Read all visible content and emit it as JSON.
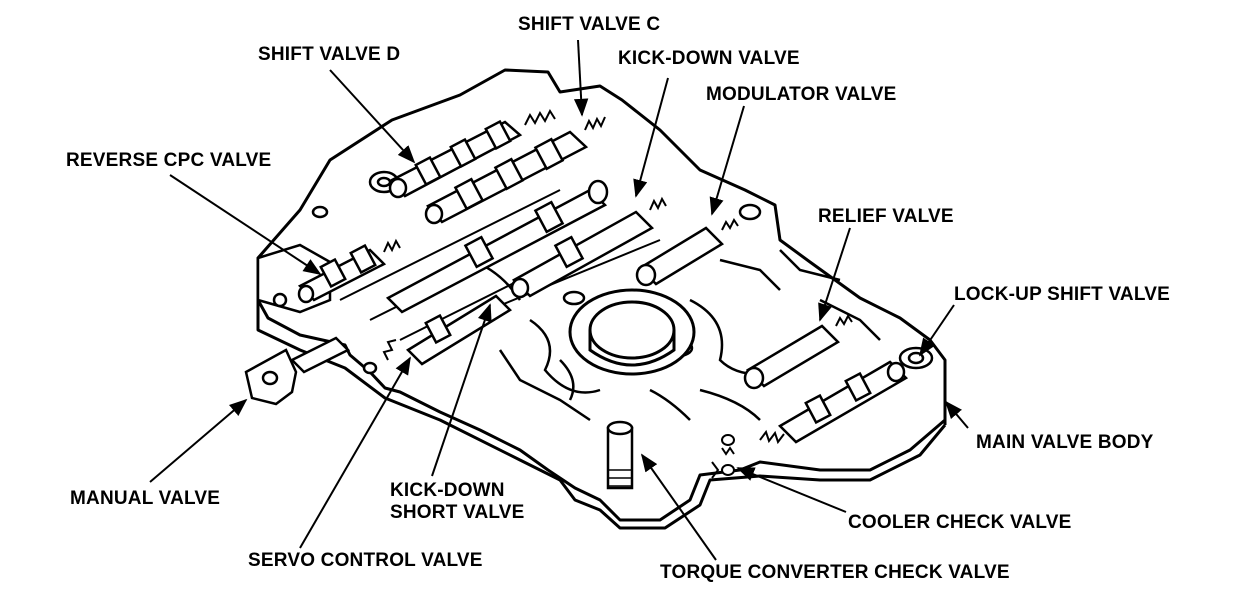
{
  "labels": {
    "shift_valve_c": "SHIFT VALVE C",
    "shift_valve_d": "SHIFT VALVE D",
    "kick_down_valve": "KICK-DOWN VALVE",
    "modulator_valve": "MODULATOR VALVE",
    "reverse_cpc_valve": "REVERSE CPC VALVE",
    "relief_valve": "RELIEF VALVE",
    "lock_up_shift_valve": "LOCK-UP SHIFT VALVE",
    "main_valve_body": "MAIN VALVE BODY",
    "manual_valve": "MANUAL VALVE",
    "kick_down_short_valve": "KICK-DOWN\nSHORT VALVE",
    "cooler_check_valve": "COOLER CHECK VALVE",
    "servo_control_valve": "SERVO CONTROL VALVE",
    "torque_converter_check_valve": "TORQUE CONVERTER CHECK VALVE"
  },
  "colors": {
    "ink": "#000000",
    "paper": "#ffffff"
  }
}
